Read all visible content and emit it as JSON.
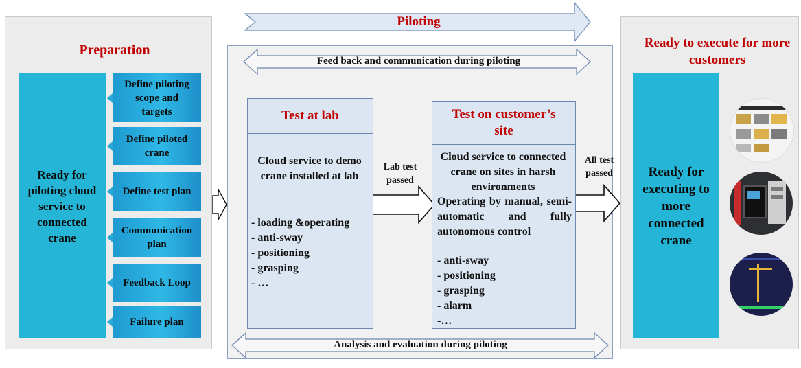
{
  "preparation": {
    "title": "Preparation",
    "ready_text": "Ready for piloting cloud service to connected crane",
    "steps": [
      "Define piloting scope and targets",
      "Define piloted crane",
      "Define test plan",
      "Communication plan",
      "Feedback Loop",
      "Failure plan"
    ]
  },
  "piloting": {
    "title": "Piloting",
    "feedback": "Feed back and communication during piloting",
    "analysis": "Analysis and evaluation during piloting",
    "lab": {
      "title": "Test at lab",
      "description": "Cloud service to demo crane installed at lab",
      "items": [
        "- loading &operating",
        "- anti-sway",
        "- positioning",
        "- grasping",
        "- …"
      ]
    },
    "lab_arrow_label": "Lab test passed",
    "site": {
      "title": "Test on customer’s site",
      "description": "Cloud service to connected crane on sites in harsh environments",
      "control": "Operating by manual, semi-automatic and fully autonomous control",
      "items": [
        "- anti-sway",
        "- positioning",
        "- grasping",
        "- alarm",
        "-…"
      ]
    },
    "site_arrow_label": "All test passed"
  },
  "execute": {
    "title": "Ready to execute for more customers",
    "ready_text": "Ready for executing to more connected crane",
    "images": [
      "crane-dashboard-screenshot",
      "crane-controller-hardware",
      "crane-monitoring-screen"
    ]
  },
  "colors": {
    "title_red": "#c00000",
    "cyan": "#25b5d6",
    "test_box": "#dce6f2",
    "arrow_fill": "#dfe8f5",
    "arrow_stroke": "#6d88b0"
  }
}
